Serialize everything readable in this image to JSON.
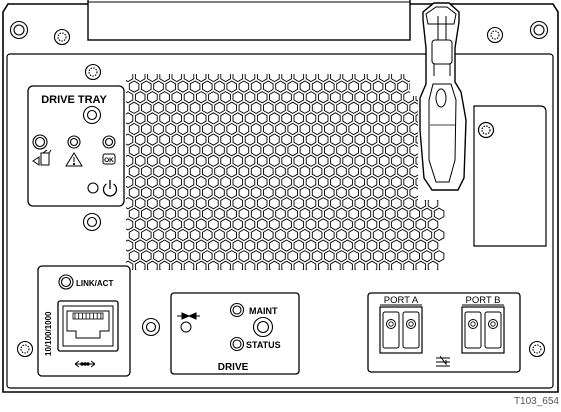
{
  "labels": {
    "drive_tray": "DRIVE TRAY",
    "ok_led": "OK",
    "link_act": "LINK/ACT",
    "ethernet_speed": "10/100/1000",
    "maint": "MAINT",
    "status": "STATUS",
    "drive": "DRIVE",
    "port_a": "PORT A",
    "port_b": "PORT B",
    "figure_id": "T103_654"
  },
  "icons": {
    "locate": "locate-icon",
    "fault": "warning-triangle-icon",
    "power": "power-icon",
    "ethernet": "ethernet-symbol-icon",
    "drive_port": "drive-port-symbol-icon",
    "fibre": "fibre-symbol-icon"
  }
}
